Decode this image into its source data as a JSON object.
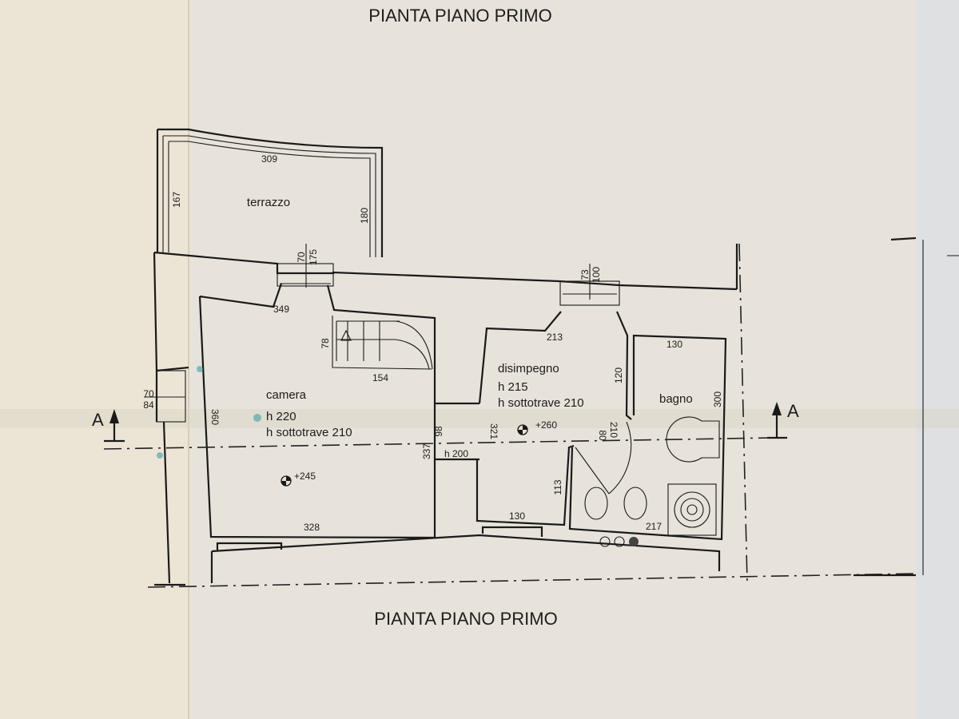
{
  "titles": {
    "top": "PIANTA PIANO PRIMO",
    "bottom": "PIANTA PIANO PRIMO"
  },
  "section_markers": {
    "left": "A",
    "right": "A"
  },
  "rooms": {
    "terrazzo": {
      "name": "terrazzo"
    },
    "camera": {
      "name": "camera",
      "height": "h 220",
      "beam_height": "h sottotrave 210",
      "level": "+245"
    },
    "disimpegno": {
      "name": "disimpegno",
      "height": "h 215",
      "beam_height": "h sottotrave 210",
      "level": "+260"
    },
    "bagno": {
      "name": "bagno"
    },
    "corridor": {
      "height": "h 200"
    }
  },
  "dimensions": {
    "terrazzo_top": "309",
    "terrazzo_left": "167",
    "terrazzo_right": "180",
    "window1_w": "70",
    "window1_h": "175",
    "window2_w": "73",
    "window2_h": "100",
    "camera_top": "349",
    "camera_left": "360",
    "camera_bottom": "328",
    "camera_right": "337",
    "stair_h": "78",
    "stair_w": "154",
    "side_window_w": "70",
    "side_window_h": "84",
    "corridor_w": "98",
    "dis_top": "213",
    "dis_left": "321",
    "dis_bottom": "130",
    "dis_right": "120",
    "dis_low": "113",
    "door_w": "80",
    "door_h": "210",
    "bagno_top": "130",
    "bagno_right": "300",
    "bagno_bottom": "217"
  },
  "colors": {
    "paper_left": "#efe7d6",
    "paper_center": "#e6e2da",
    "ink": "#1a1a1a",
    "stain": "#3aa0a8"
  }
}
